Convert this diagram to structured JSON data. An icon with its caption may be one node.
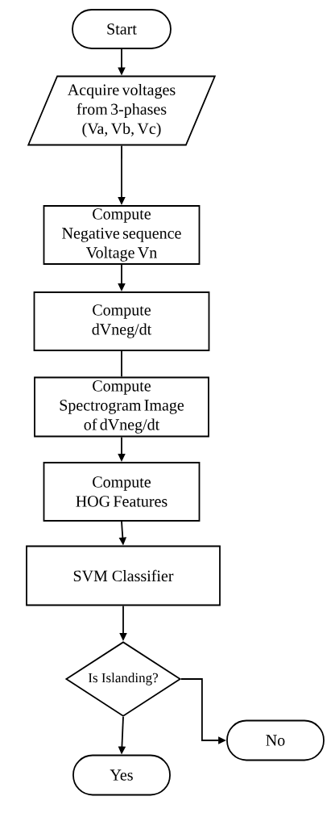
{
  "diagram": {
    "nodes": [
      {
        "text": [
          "Start"
        ]
      },
      {
        "text": [
          "Acquire voltages from 3-phases (Va, Vb, Vc)"
        ]
      },
      {
        "text": [
          "Compute Negative sequence Voltage Vn"
        ]
      },
      {
        "text": [
          "Compute dVneg/dt"
        ]
      },
      {
        "text": [
          "Compute Spectrogram Image of dVneg/dt"
        ]
      },
      {
        "text": [
          "Compute HOG Features"
        ]
      },
      {
        "text": [
          "SVM Classifier"
        ]
      },
      {
        "text": [
          "Is Islanding?"
        ]
      },
      {
        "text": [
          "Yes"
        ]
      },
      {
        "text": [
          "No"
        ]
      }
    ],
    "edges": [
      {
        "from": 0,
        "to": 1,
        "arrow": "to"
      },
      {
        "from": 1,
        "to": 2,
        "arrow": "to"
      },
      {
        "from": 2,
        "to": 3,
        "arrow": "to"
      },
      {
        "from": 3,
        "to": 4,
        "arrow": "none"
      },
      {
        "from": 4,
        "to": 5,
        "arrow": "to"
      },
      {
        "from": 5,
        "to": 6,
        "arrow": "to"
      },
      {
        "from": 6,
        "to": 7,
        "arrow": "to"
      },
      {
        "from": 7,
        "to": 8,
        "arrow": "to"
      },
      {
        "from": 7,
        "to": 9,
        "arrow": "to"
      }
    ]
  }
}
